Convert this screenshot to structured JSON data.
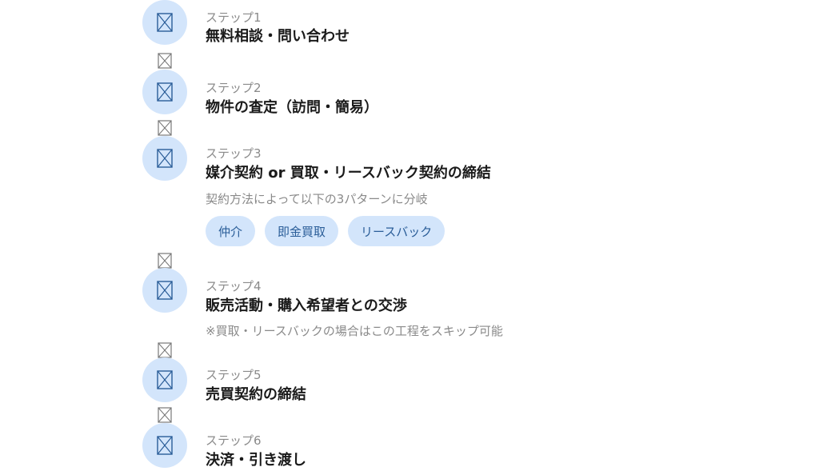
{
  "steps": [
    {
      "label": "ステップ1",
      "title": "無料相談・問い合わせ"
    },
    {
      "label": "ステップ2",
      "title": "物件の査定（訪問・簡易）"
    },
    {
      "label": "ステップ3",
      "title": "媒介契約 or 買取・リースバック契約の締結",
      "note": "契約方法によって以下の3パターンに分岐"
    },
    {
      "label": "ステップ4",
      "title": "販売活動・購入希望者との交渉",
      "note": "※買取・リースバックの場合はこの工程をスキップ可能"
    },
    {
      "label": "ステップ5",
      "title": "売買契約の締結"
    },
    {
      "label": "ステップ6",
      "title": "決済・引き渡し"
    }
  ],
  "options": [
    "仲介",
    "即金買取",
    "リースバック"
  ],
  "icons": {
    "step_icon": "broken-image-icon",
    "connector_icon": "broken-image-icon"
  },
  "colors": {
    "circle_bg": "#d3e5fb",
    "chip_text": "#2a5d98",
    "title_text": "#1a1a1a",
    "muted_text": "#8a8a8a"
  }
}
